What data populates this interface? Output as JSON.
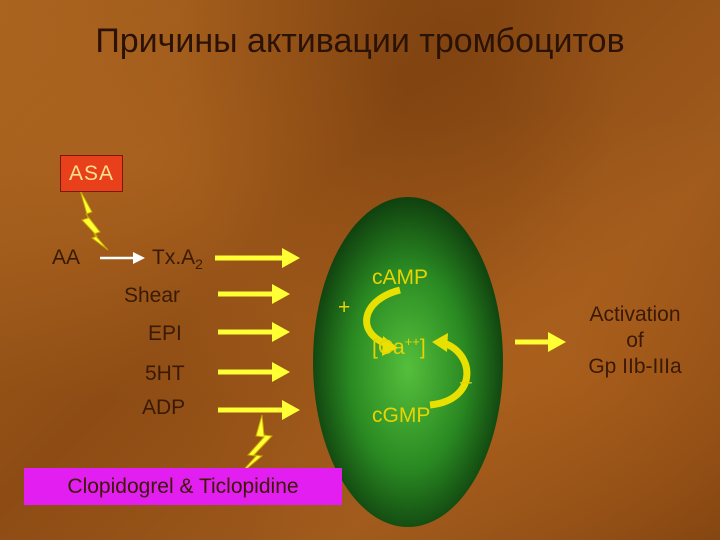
{
  "title": "Причины активации тромбоцитов",
  "asa": "ASA",
  "aa": "AA",
  "txa2": "Tx.A",
  "txa2_sub": "2",
  "shear": "Shear",
  "epi": "EPI",
  "ht5": "5HT",
  "adp": "ADP",
  "camp": "cAMP",
  "plus": "+",
  "ca": "[Ca",
  "ca_sup": "++",
  "ca_end": "]",
  "minus": "–",
  "cgmp": "cGMP",
  "activation": [
    "Activation",
    "of",
    "Gp IIb-IIIa"
  ],
  "clopidogrel": "Clopidogrel & Ticlopidine",
  "colors": {
    "arrow": "#ffff33",
    "oval_dark": "#0d3a0d",
    "oval_light": "#4fb83a",
    "asa_box": "#e8401a",
    "clop_box": "#e21ef0",
    "text_yellow": "#e8d400"
  }
}
